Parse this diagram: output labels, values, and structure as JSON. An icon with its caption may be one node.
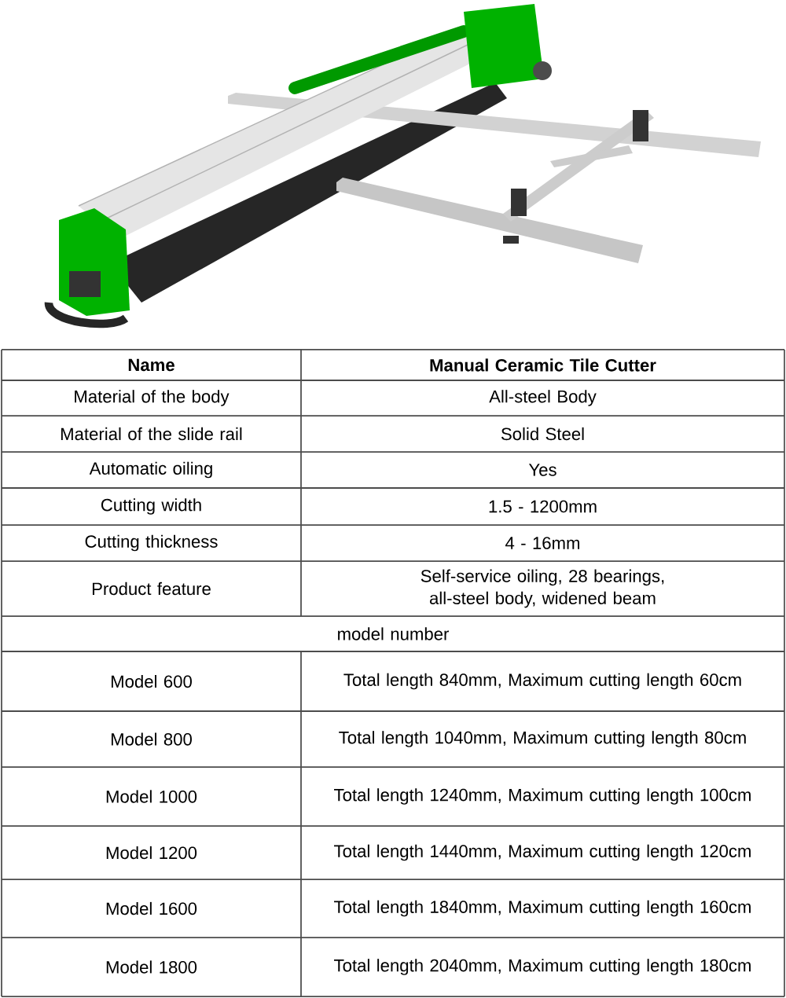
{
  "diagram": {
    "labels": [
      "Name",
      "Manual Ceramic Tile Cutter",
      "Material of the body",
      "All-steel Body",
      "Material of the slide rail",
      "Solid Steel",
      "Automatic oiling",
      "Yes",
      "Cutting width",
      "1.5 - 1200mm",
      "Cutting thickness",
      "4 - 16mm",
      "Product feature",
      "Self-service oiling, 28 bearings, all-steel body, widened beam",
      "model number",
      "Model 600",
      "Total length 840mm, Maximum cutting length 60cm",
      "Model 800",
      "Total length 1040mm, Maximum cutting length 80cm",
      "Model 1000",
      "Total length 1240mm, Maximum cutting length 100cm",
      "Model 1200",
      "Total length 1440mm, Maximum cutting length 120cm",
      "Model 1600",
      "Total length 1840mm, Maximum cutting length 160cm",
      "Model 1800",
      "Total length 2040mm, Maximum cutting length 180cm"
    ]
  }
}
